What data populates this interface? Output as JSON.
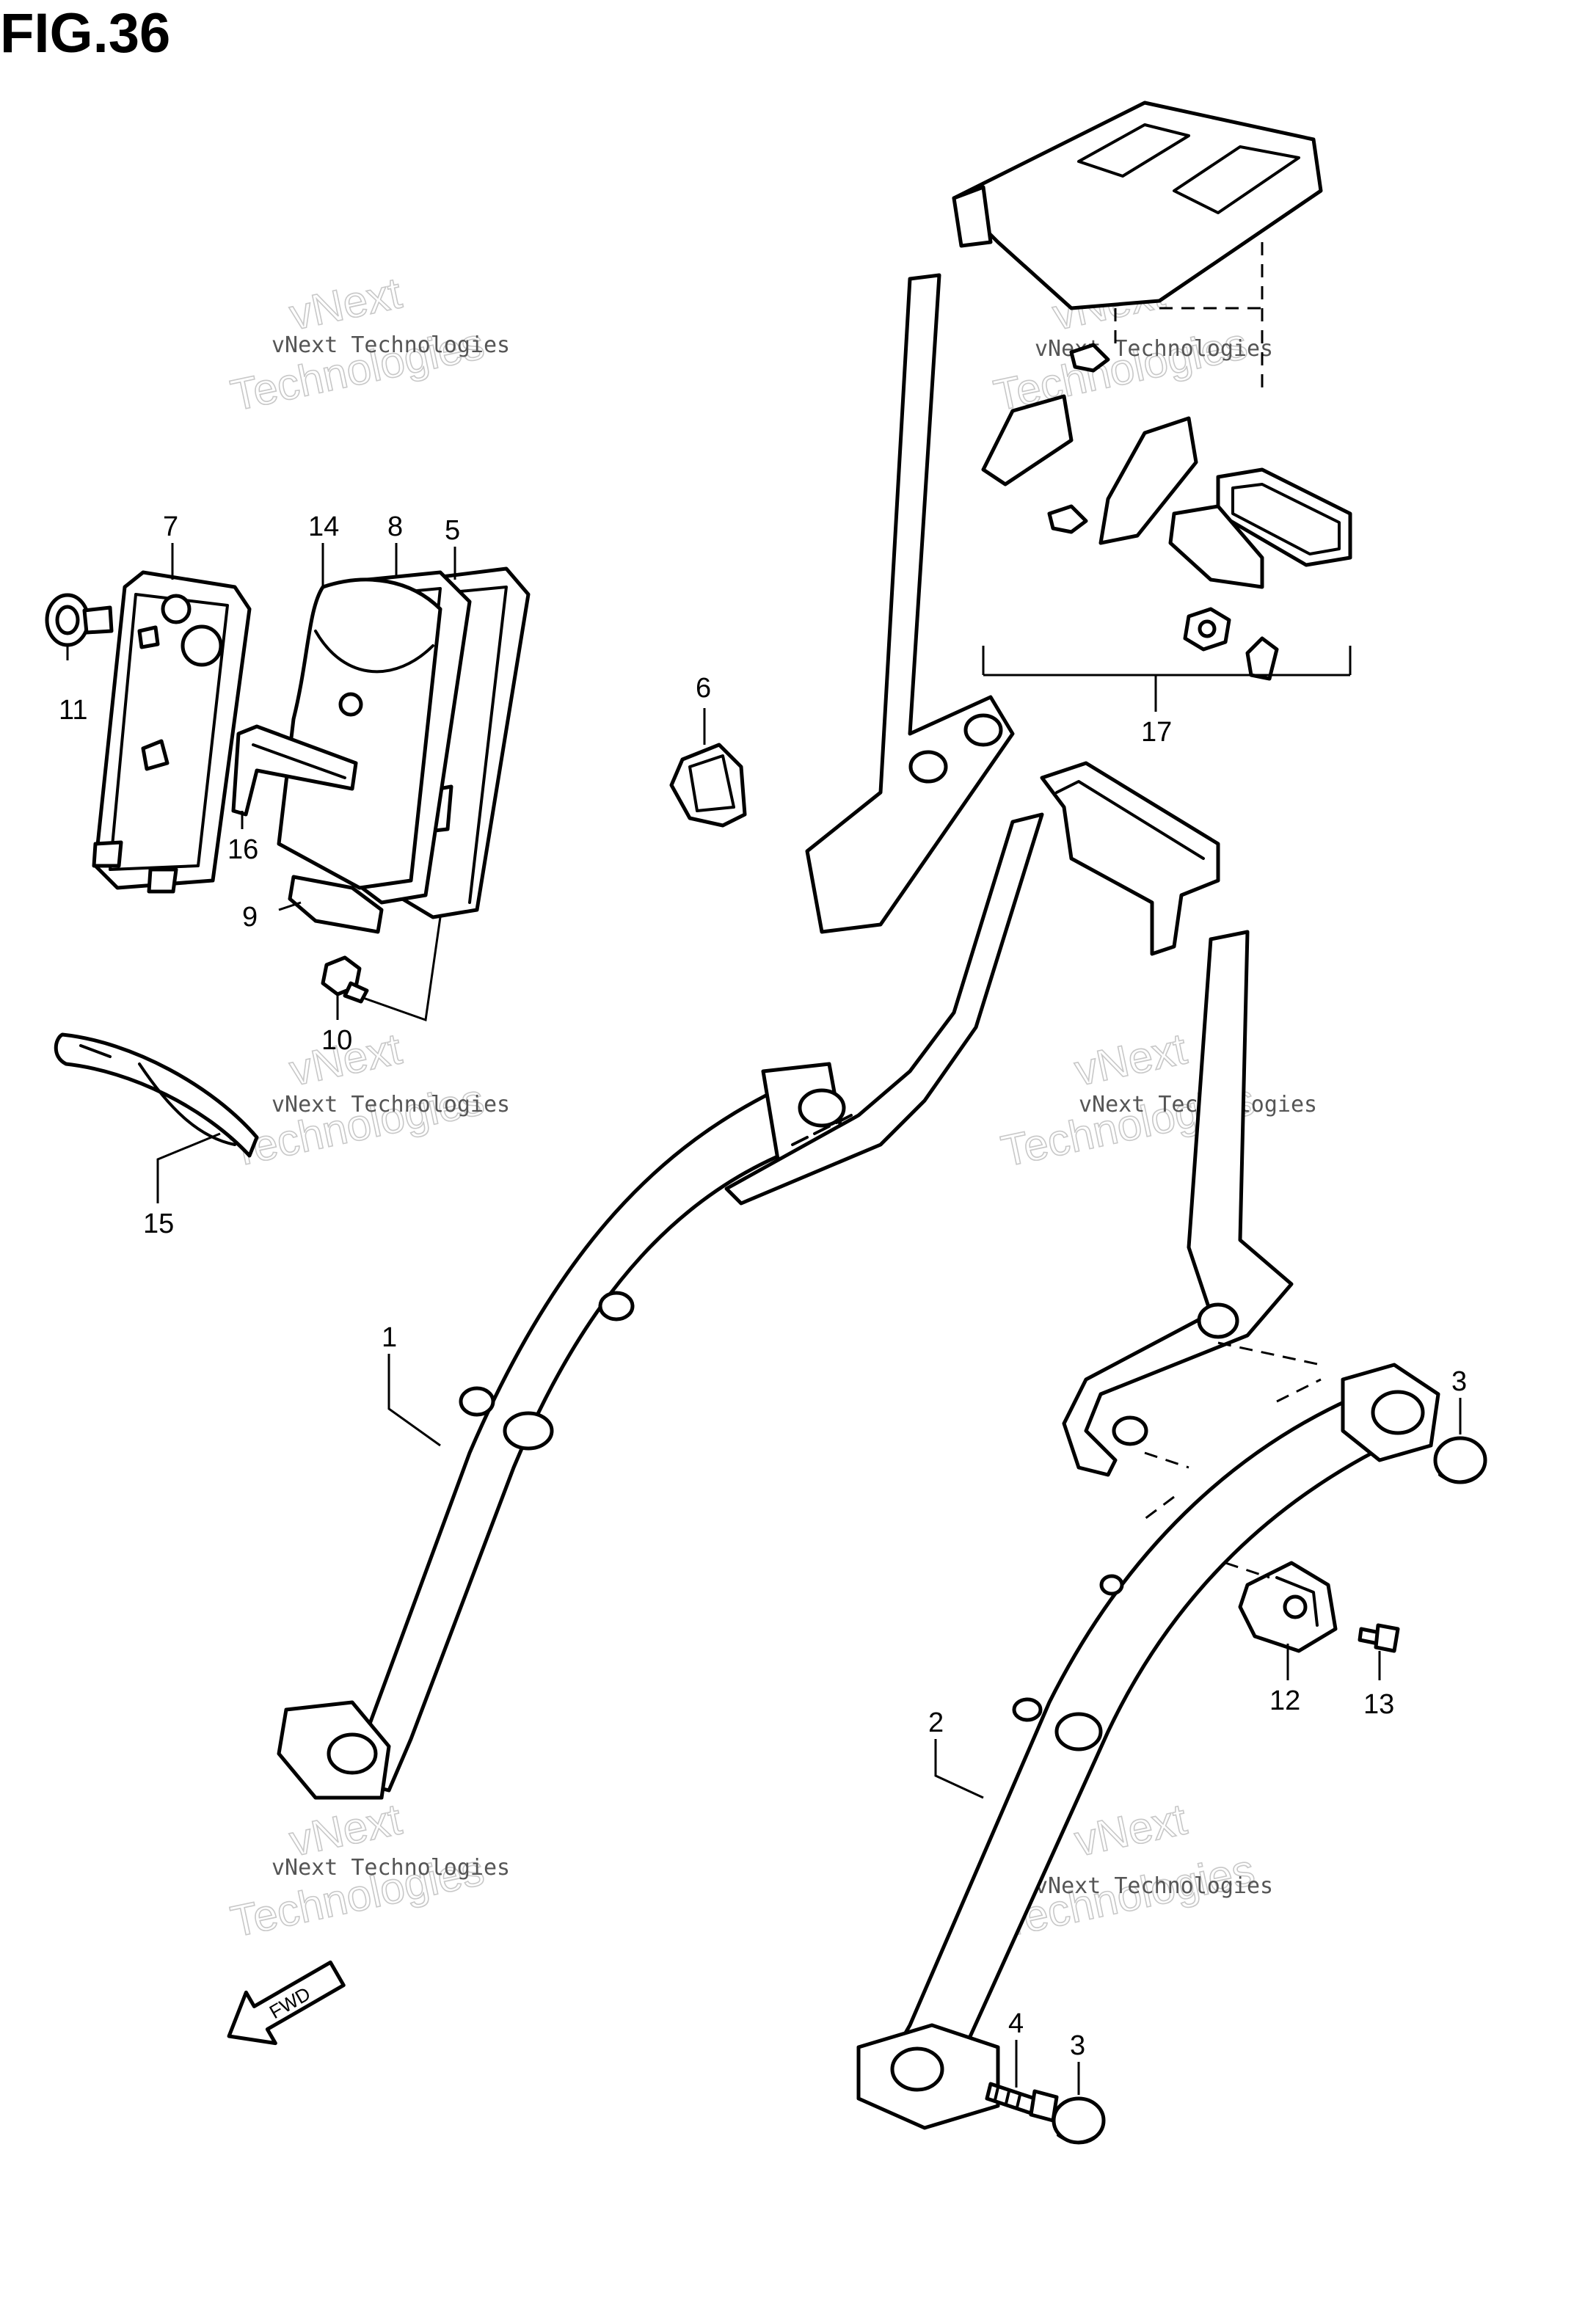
{
  "figure": {
    "title": "FIG.36"
  },
  "callouts": [
    {
      "id": "1",
      "label": "1"
    },
    {
      "id": "2",
      "label": "2"
    },
    {
      "id": "3a",
      "label": "3"
    },
    {
      "id": "3b",
      "label": "3"
    },
    {
      "id": "4",
      "label": "4"
    },
    {
      "id": "5",
      "label": "5"
    },
    {
      "id": "6",
      "label": "6"
    },
    {
      "id": "7",
      "label": "7"
    },
    {
      "id": "8",
      "label": "8"
    },
    {
      "id": "9",
      "label": "9"
    },
    {
      "id": "10",
      "label": "10"
    },
    {
      "id": "11",
      "label": "11"
    },
    {
      "id": "12",
      "label": "12"
    },
    {
      "id": "13",
      "label": "13"
    },
    {
      "id": "14",
      "label": "14"
    },
    {
      "id": "15",
      "label": "15"
    },
    {
      "id": "16",
      "label": "16"
    },
    {
      "id": "17",
      "label": "17"
    }
  ],
  "direction_marker": {
    "label": "FWD",
    "icon": "forward-arrow-icon"
  },
  "watermark": {
    "line_small": "vNext Technologies",
    "line_large_1": "vNext",
    "line_large_2": "Technologies",
    "color": "#c8c8c8"
  }
}
